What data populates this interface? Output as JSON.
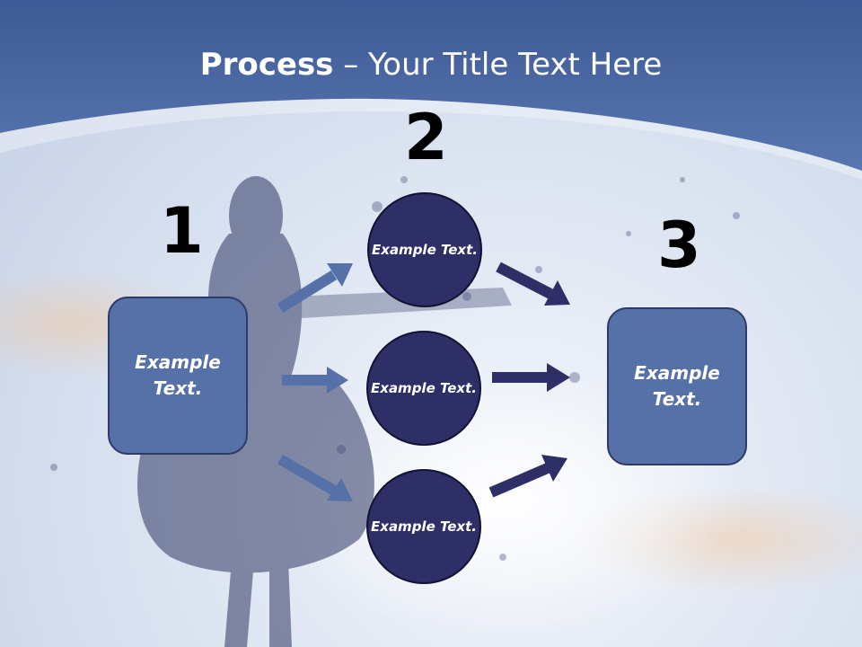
{
  "title": {
    "bold": "Process",
    "rest": " – Your Title Text Here"
  },
  "numbers": [
    "1",
    "2",
    "3"
  ],
  "left_box": {
    "text": "Example Text."
  },
  "center_circles": [
    {
      "text": "Example Text."
    },
    {
      "text": "Example Text."
    },
    {
      "text": "Example Text."
    }
  ],
  "right_box": {
    "text": "Example Text."
  },
  "colors": {
    "header": "#4e6aa4",
    "box": "#5670a8",
    "circle": "#2e2f66",
    "arrow_left": "#5670a8",
    "arrow_right": "#2e2f66"
  }
}
